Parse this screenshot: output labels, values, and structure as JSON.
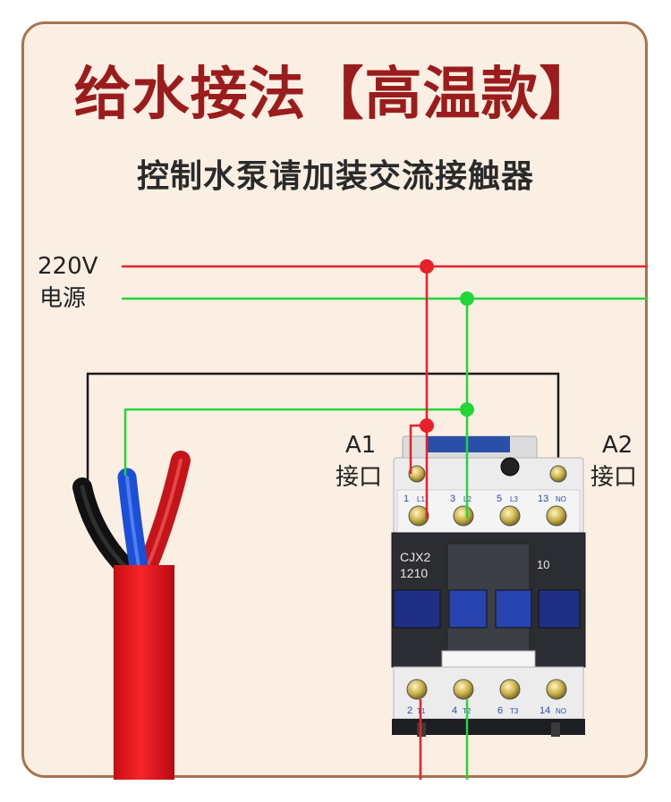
{
  "title": "给水接法【高温款】",
  "subtitle": "控制水泵请加装交流接触器",
  "power": {
    "voltage": "220V",
    "label": "电源"
  },
  "terminal_a1": {
    "name": "A1",
    "label": "接口"
  },
  "terminal_a2": {
    "name": "A2",
    "label": "接口"
  },
  "contactor": {
    "model": "CJX2",
    "code": "1210",
    "aux": "10",
    "top_terminals": [
      {
        "num": "1",
        "tag": "L1"
      },
      {
        "num": "3",
        "tag": "L2"
      },
      {
        "num": "5",
        "tag": "L3"
      },
      {
        "num": "13",
        "tag": "NO"
      }
    ],
    "bottom_terminals": [
      {
        "num": "2",
        "tag": "T1"
      },
      {
        "num": "4",
        "tag": "T2"
      },
      {
        "num": "6",
        "tag": "T3"
      },
      {
        "num": "14",
        "tag": "NO"
      }
    ]
  },
  "colors": {
    "live": "#e8202a",
    "neutral": "#22d63a",
    "control": "#1a1a1a",
    "title": "#9b1c1c",
    "panel_bg": "#fbeee2",
    "panel_border": "#a8744d"
  }
}
